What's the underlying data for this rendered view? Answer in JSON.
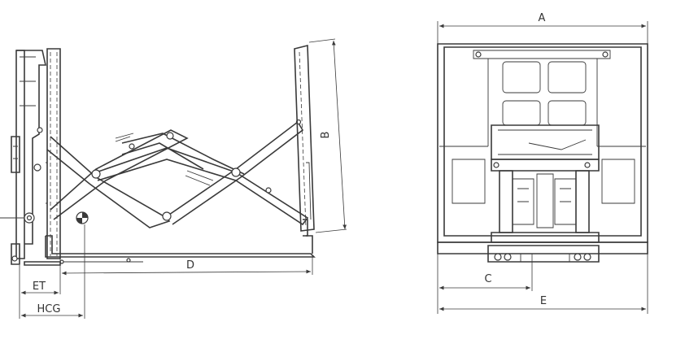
{
  "side_view": {
    "labels": {
      "B": "B",
      "D": "D",
      "ET": "ET",
      "HCG": "HCG"
    }
  },
  "front_view": {
    "labels": {
      "A": "A",
      "C": "C",
      "E": "E"
    }
  },
  "colors": {
    "line": "#3a3a3a",
    "background": "#ffffff"
  }
}
